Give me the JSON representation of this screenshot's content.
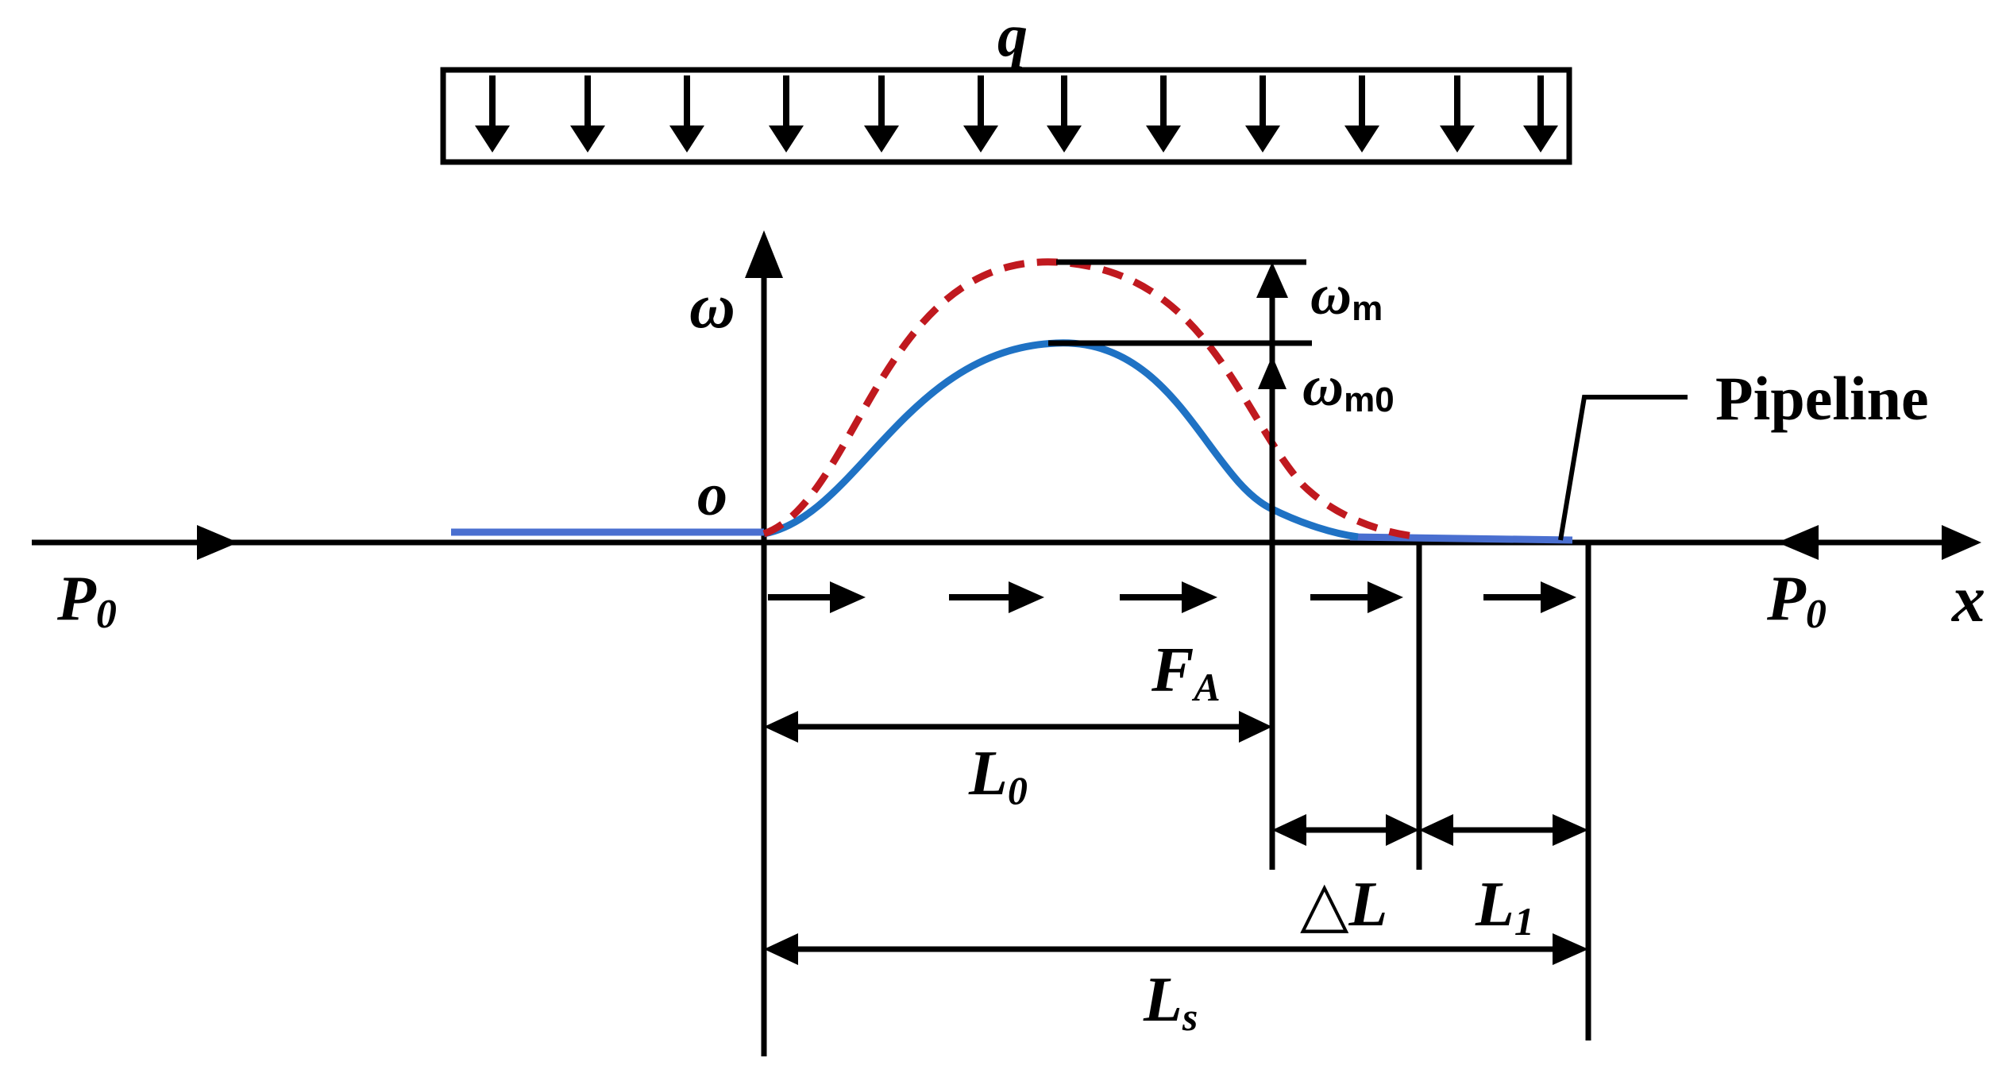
{
  "labels": {
    "load": "q",
    "deflection_axis": "ω",
    "origin": "o",
    "x_axis": "x",
    "axial_force_left": "P",
    "axial_force_left_sub": "0",
    "axial_force_right": "P",
    "axial_force_right_sub": "0",
    "max_deflection": "ω",
    "max_deflection_sub": "m",
    "initial_max_deflection": "ω",
    "initial_max_deflection_sub": "m0",
    "pipeline": "Pipeline",
    "friction": "F",
    "friction_sub": "A",
    "length_initial": "L",
    "length_initial_sub": "0",
    "length_delta": "△L",
    "length_one": "L",
    "length_one_sub": "1",
    "length_total": "L",
    "length_total_sub": "s"
  },
  "colors": {
    "ink": "#000000",
    "initial_curve": "#1f72c4",
    "deformed_curve": "#c0191f",
    "flat_pipe": "#4a6fd0"
  }
}
